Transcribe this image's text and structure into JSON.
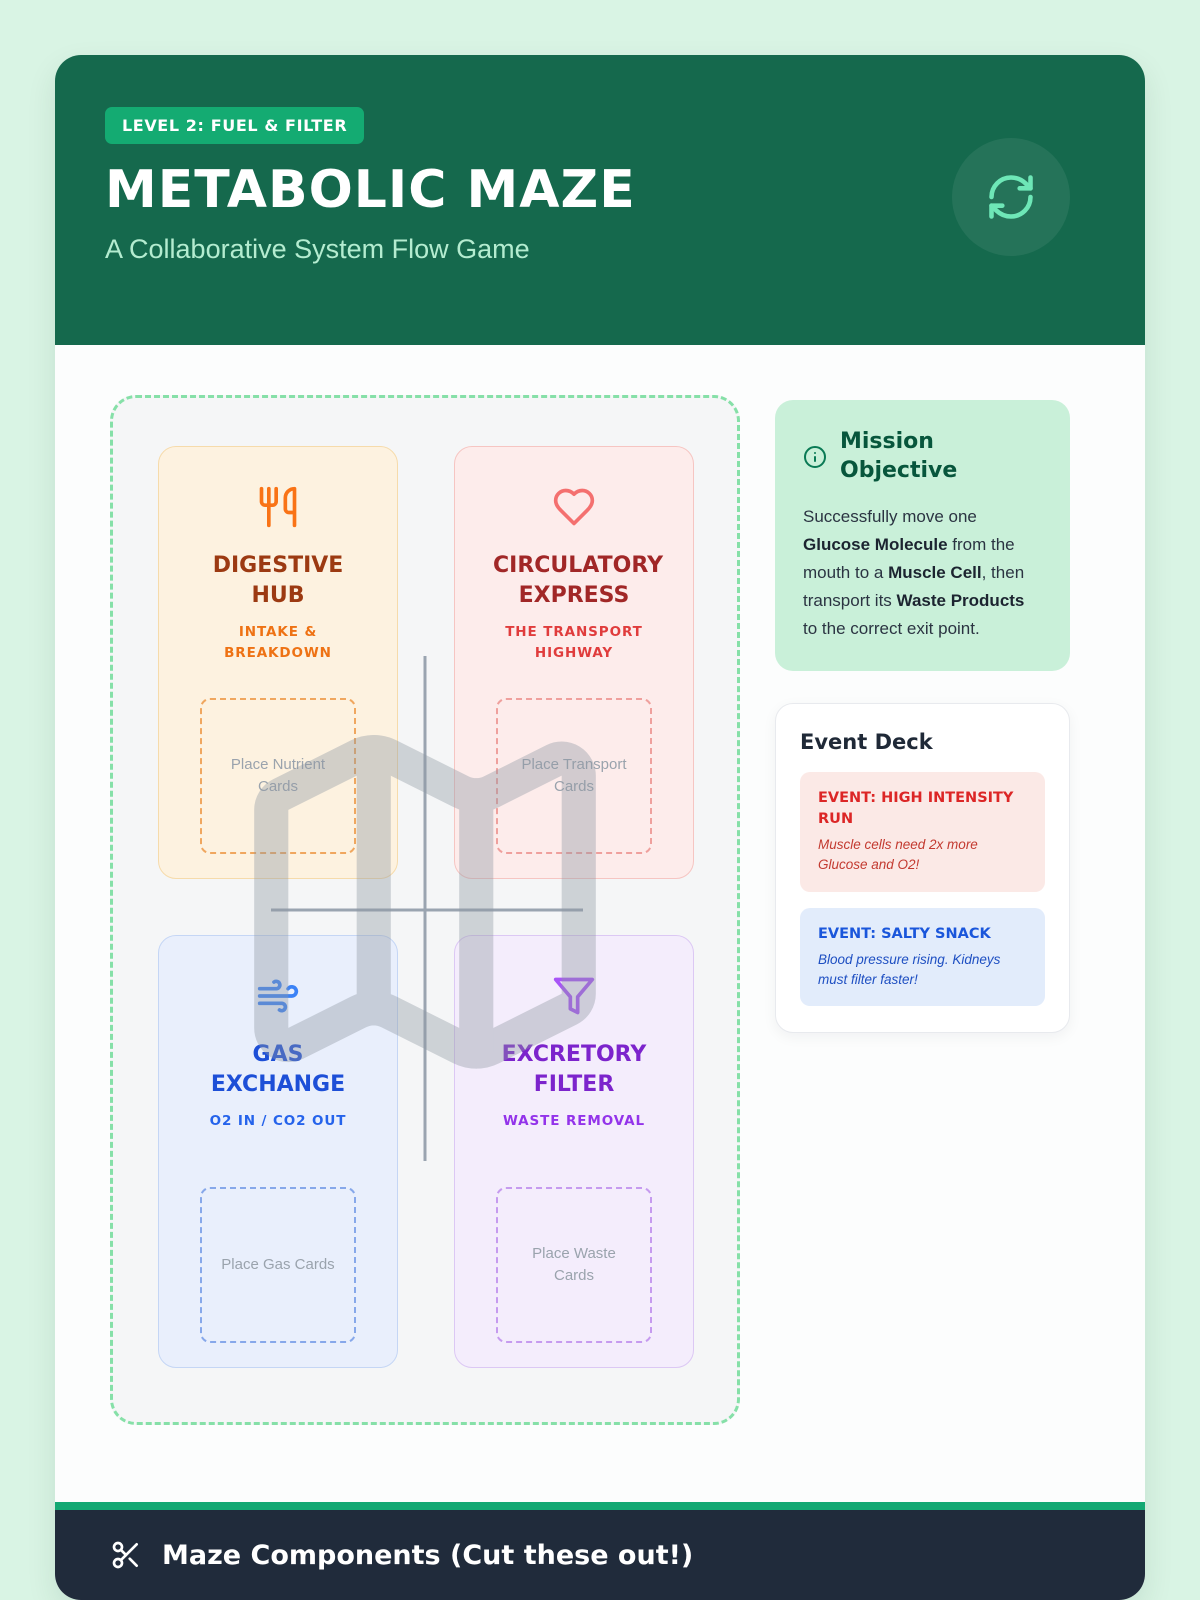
{
  "theme": {
    "page_bg": "#d9f4e4",
    "header_green": "#15694d",
    "badge_green": "#14ab72",
    "maze_border_green": "#86e0a8",
    "digestive_orange": "#ee7214",
    "circulatory_red": "#e03c3c",
    "gas_blue": "#2563eb",
    "excretory_purple": "#9333ea",
    "mission_bg_green": "#c9f0d9",
    "footer_navy": "#202b3b"
  },
  "header": {
    "badge": "LEVEL 2: FUEL & FILTER",
    "title": "METABOLIC MAZE",
    "subtitle": "A Collaborative System Flow Game",
    "icon": "refresh-icon"
  },
  "maze": {
    "watermark_icon": "map-watermark",
    "quadrants": [
      {
        "title": "DIGESTIVE HUB",
        "subtitle": "INTAKE & BREAKDOWN",
        "drop_label": "Place Nutrient Cards",
        "icon": "utensils-icon"
      },
      {
        "title": "CIRCULATORY EXPRESS",
        "subtitle": "THE TRANSPORT HIGHWAY",
        "drop_label": "Place Transport Cards",
        "icon": "heart-icon"
      },
      {
        "title": "GAS EXCHANGE",
        "subtitle": "O2 IN / CO2 OUT",
        "drop_label": "Place Gas Cards",
        "icon": "wind-icon"
      },
      {
        "title": "EXCRETORY FILTER",
        "subtitle": "WASTE REMOVAL",
        "drop_label": "Place Waste Cards",
        "icon": "funnel-icon"
      }
    ]
  },
  "mission": {
    "icon": "info-icon",
    "title": "Mission Objective",
    "seg1": "Successfully move one ",
    "seg2": "Glucose Molecule",
    "seg3": " from the mouth to a ",
    "seg4": "Muscle Cell",
    "seg5": ", then transport its ",
    "seg6": "Waste Products",
    "seg7": " to the correct exit point."
  },
  "event_deck": {
    "title": "Event Deck",
    "events": [
      {
        "title": "EVENT: HIGH INTENSITY RUN",
        "desc": "Muscle cells need 2x more Glucose and O2!"
      },
      {
        "title": "EVENT: SALTY SNACK",
        "desc": "Blood pressure rising. Kidneys must filter faster!"
      }
    ]
  },
  "footer": {
    "icon": "scissors-icon",
    "title": "Maze Components (Cut these out!)"
  }
}
